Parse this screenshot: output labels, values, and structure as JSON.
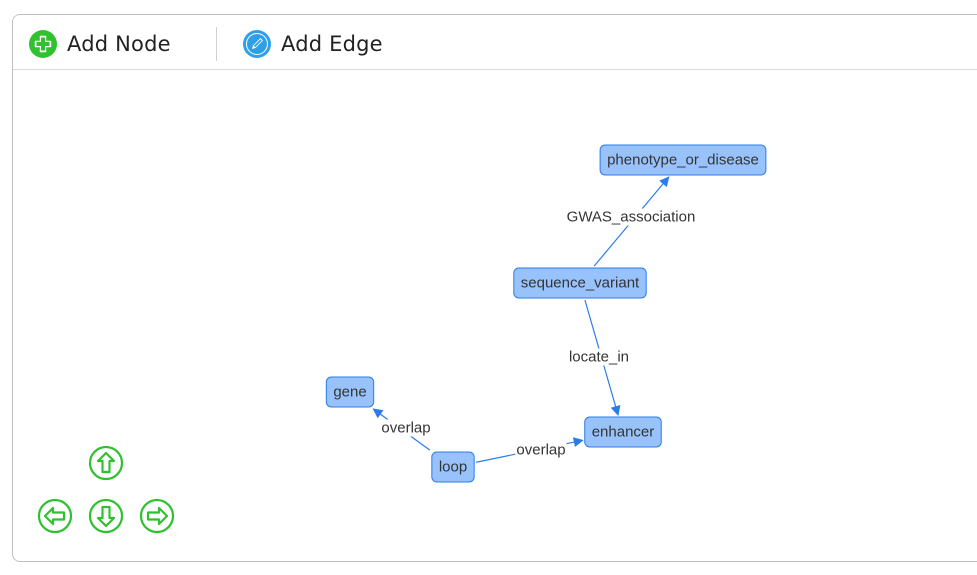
{
  "toolbar": {
    "add_node_label": "Add Node",
    "add_edge_label": "Add Edge",
    "add_node_icon": "plus-circle-icon",
    "add_edge_icon": "edit-pencil-icon"
  },
  "colors": {
    "node_fill": "#97c2fc",
    "node_border": "#2b7ce9",
    "edge": "#2b7ce9",
    "nav_green": "#2fc12f",
    "add_edge_blue": "#2f9fe8"
  },
  "graph": {
    "nodes": [
      {
        "id": "phenotype_or_disease",
        "label": "phenotype_or_disease"
      },
      {
        "id": "sequence_variant",
        "label": "sequence_variant"
      },
      {
        "id": "enhancer",
        "label": "enhancer"
      },
      {
        "id": "gene",
        "label": "gene"
      },
      {
        "id": "loop",
        "label": "loop"
      }
    ],
    "edges": [
      {
        "from": "sequence_variant",
        "to": "phenotype_or_disease",
        "label": "GWAS_association"
      },
      {
        "from": "sequence_variant",
        "to": "enhancer",
        "label": "locate_in"
      },
      {
        "from": "loop",
        "to": "gene",
        "label": "overlap"
      },
      {
        "from": "loop",
        "to": "enhancer",
        "label": "overlap"
      }
    ]
  },
  "navigation": {
    "up_icon": "arrow-up-icon",
    "down_icon": "arrow-down-icon",
    "left_icon": "arrow-left-icon",
    "right_icon": "arrow-right-icon"
  }
}
